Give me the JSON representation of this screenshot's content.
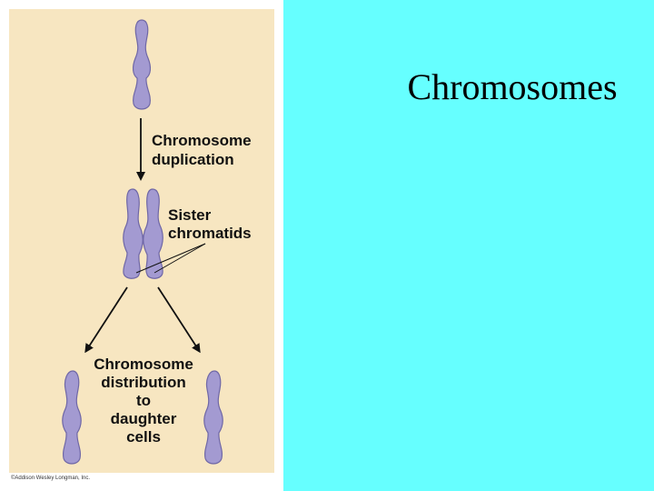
{
  "slide": {
    "title": "Chromosomes",
    "colors": {
      "left_background": "#ffffff",
      "figure_background": "#f7e6c1",
      "right_background": "#66ffff",
      "chromosome_fill": "#a39ad1"
    }
  },
  "diagram": {
    "label_duplication_line1": "Chromosome",
    "label_duplication_line2": "duplication",
    "label_sister_line1": "Sister",
    "label_sister_line2": "chromatids",
    "label_distribution_line1": "Chromosome",
    "label_distribution_line2": "distribution",
    "label_distribution_line3": "to",
    "label_distribution_line4": "daughter",
    "label_distribution_line5": "cells",
    "credit": "©Addison Wesley Longman, Inc."
  }
}
